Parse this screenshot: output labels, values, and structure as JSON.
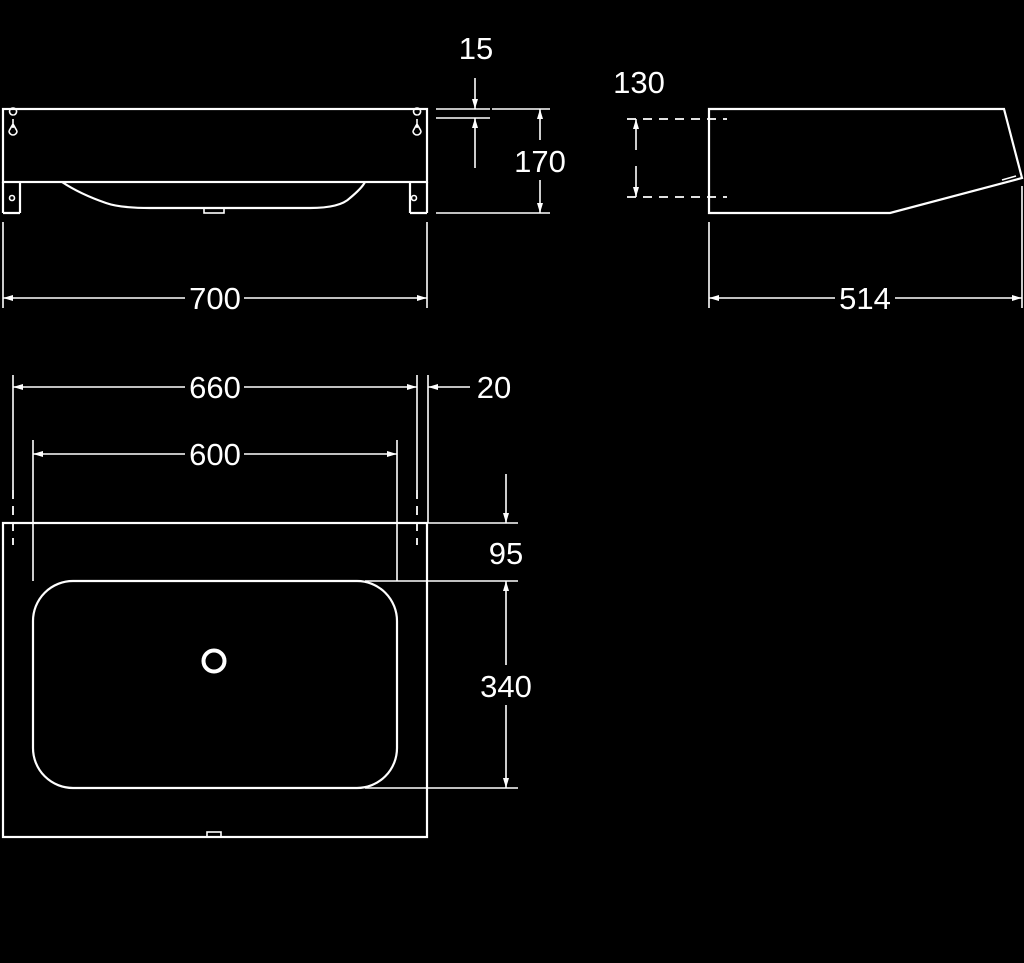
{
  "dimensions": {
    "front_width": "700",
    "top_height_offset": "15",
    "front_height": "170",
    "side_height": "130",
    "side_depth": "514",
    "outer_width": "660",
    "bowl_width": "600",
    "right_offset": "20",
    "bowl_setback": "95",
    "bowl_depth": "340"
  }
}
